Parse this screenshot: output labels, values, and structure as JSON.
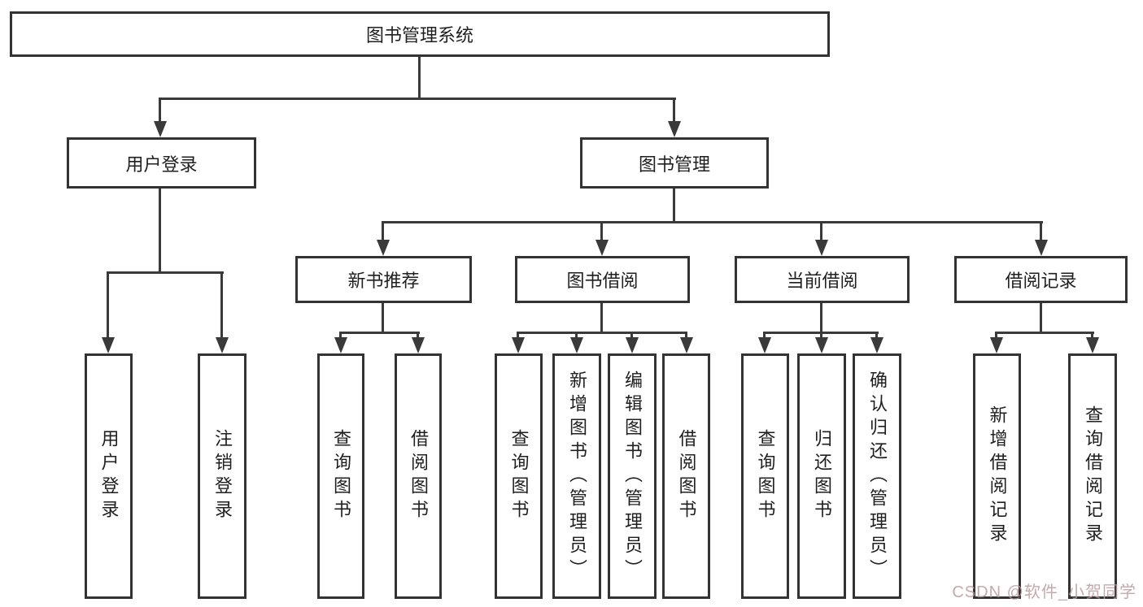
{
  "diagram": {
    "root": {
      "label": "图书管理系统"
    },
    "branches": [
      {
        "label": "用户登录",
        "children": [
          {
            "label": "用户登录"
          },
          {
            "label": "注销登录"
          }
        ]
      },
      {
        "label": "图书管理",
        "groups": [
          {
            "label": "新书推荐",
            "children": [
              {
                "label": "查询图书"
              },
              {
                "label": "借阅图书"
              }
            ]
          },
          {
            "label": "图书借阅",
            "children": [
              {
                "label": "查询图书"
              },
              {
                "label": "新增图书（管理员）"
              },
              {
                "label": "编辑图书（管理员）"
              },
              {
                "label": "借阅图书"
              }
            ]
          },
          {
            "label": "当前借阅",
            "children": [
              {
                "label": "查询图书"
              },
              {
                "label": "归还图书"
              },
              {
                "label": "确认归还（管理员）"
              }
            ]
          },
          {
            "label": "借阅记录",
            "children": [
              {
                "label": "新增借阅记录"
              },
              {
                "label": "查询借阅记录"
              }
            ]
          }
        ]
      }
    ]
  },
  "watermark": {
    "text": "CSDN @软件_小贺同学",
    "color": "#bb9c9c"
  },
  "colors": {
    "line": "#3a3a3a",
    "box_border": "#333333",
    "background": "#ffffff",
    "text": "#1f1f1f"
  }
}
